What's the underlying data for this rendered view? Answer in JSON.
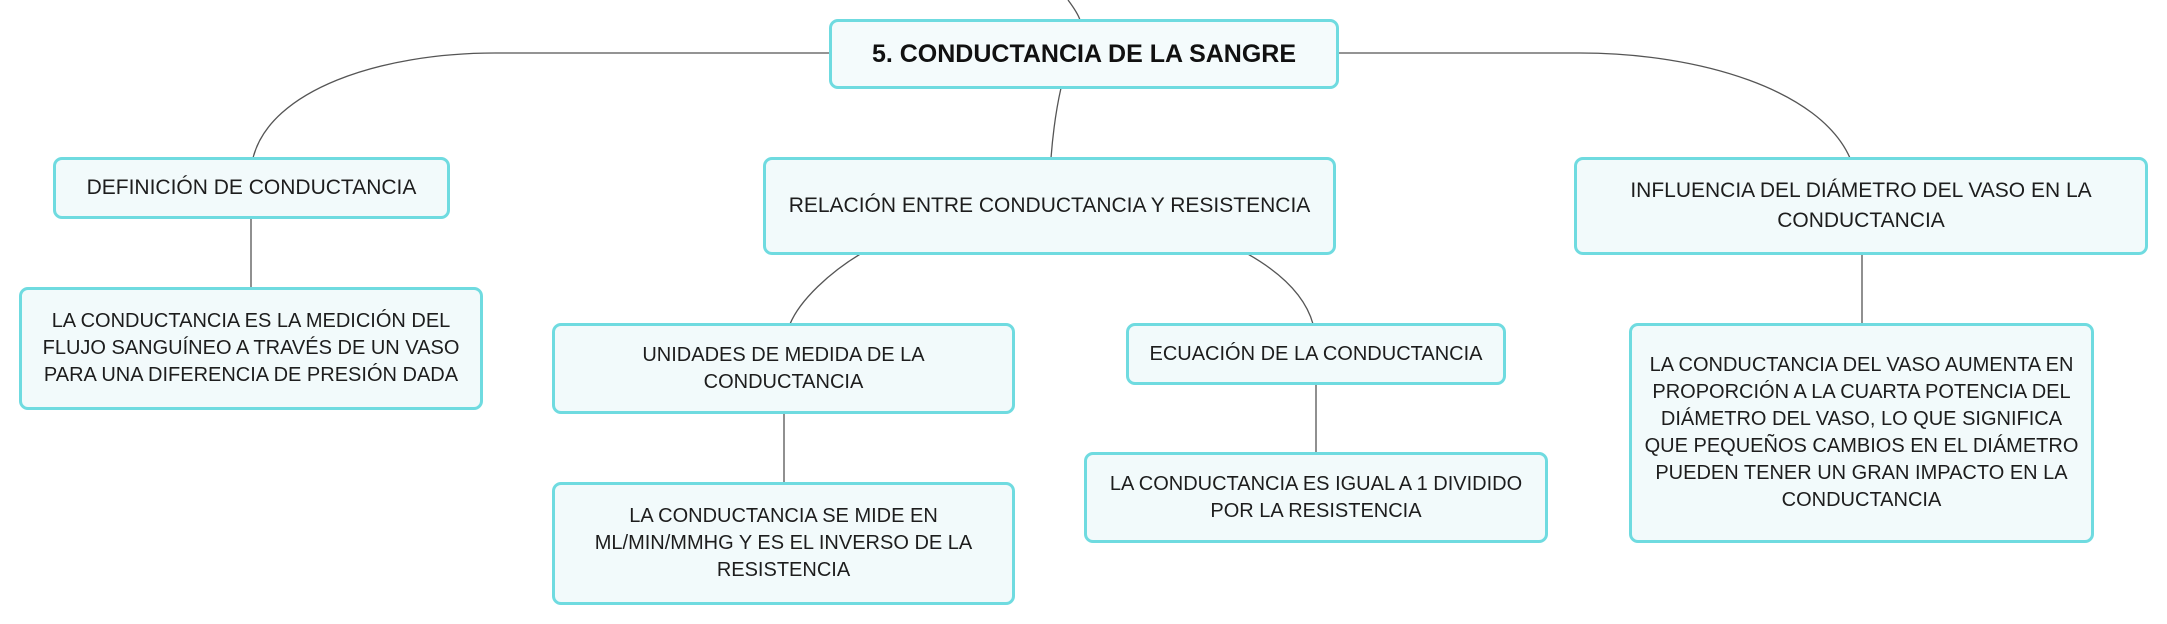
{
  "colors": {
    "node_fill": "#f2fafb",
    "node_border": "#6fdbe0",
    "connector": "#555555",
    "text": "#1d1d1d"
  },
  "root": {
    "title": "5. CONDUCTANCIA DE LA SANGRE"
  },
  "branches": {
    "definicion": {
      "title": "DEFINICIÓN DE CONDUCTANCIA",
      "detail": "LA CONDUCTANCIA ES LA MEDICIÓN DEL FLUJO SANGUÍNEO A TRAVÉS DE UN VASO PARA UNA DIFERENCIA DE PRESIÓN DADA"
    },
    "relacion": {
      "title": "RELACIÓN ENTRE CONDUCTANCIA Y RESISTENCIA",
      "unidades": {
        "title": "UNIDADES DE MEDIDA DE LA CONDUCTANCIA",
        "detail": "LA CONDUCTANCIA SE MIDE EN ML/MIN/MMHG Y ES EL INVERSO DE LA RESISTENCIA"
      },
      "ecuacion": {
        "title": "ECUACIÓN DE LA CONDUCTANCIA",
        "detail": "LA CONDUCTANCIA ES IGUAL A 1 DIVIDIDO POR LA RESISTENCIA"
      }
    },
    "influencia": {
      "title": "INFLUENCIA DEL DIÁMETRO DEL VASO EN LA CONDUCTANCIA",
      "detail": "LA CONDUCTANCIA DEL VASO AUMENTA EN PROPORCIÓN A LA CUARTA POTENCIA DEL DIÁMETRO DEL VASO, LO QUE SIGNIFICA QUE PEQUEÑOS CAMBIOS EN EL DIÁMETRO PUEDEN TENER UN GRAN IMPACTO EN LA CONDUCTANCIA"
    }
  }
}
